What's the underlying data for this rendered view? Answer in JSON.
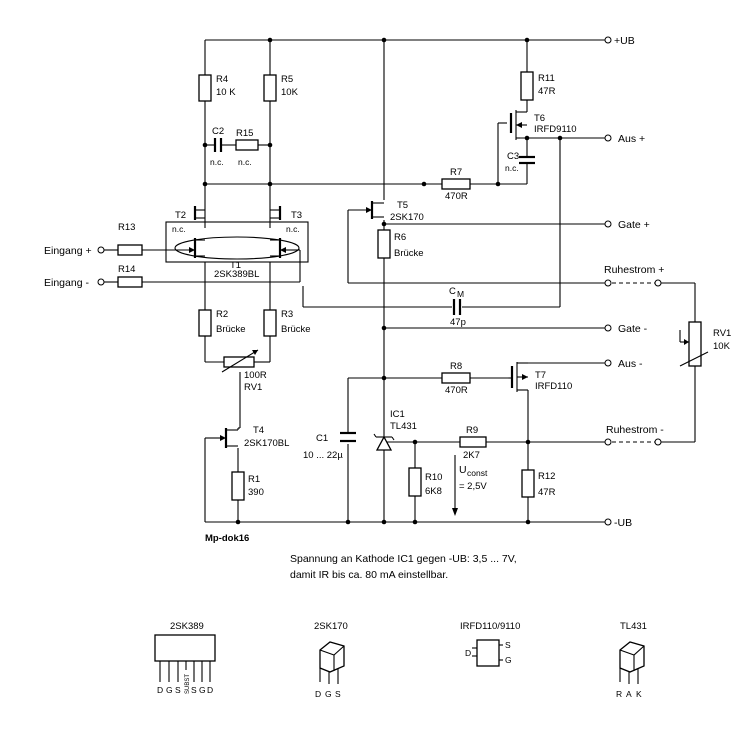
{
  "rails": {
    "plus": "+UB",
    "minus": "-UB"
  },
  "outputs": {
    "aus_plus": "Aus +",
    "gate_plus": "Gate +",
    "ruhestrom_plus": "Ruhestrom +",
    "gate_minus": "Gate -",
    "aus_minus": "Aus -",
    "ruhestrom_minus": "Ruhestrom -"
  },
  "inputs": {
    "plus": "Eingang +",
    "minus": "Eingang -"
  },
  "components": {
    "R4": {
      "name": "R4",
      "value": "10 K"
    },
    "R5": {
      "name": "R5",
      "value": "10K"
    },
    "R11": {
      "name": "R11",
      "value": "47R"
    },
    "T6": {
      "name": "T6",
      "type": "IRFD9110"
    },
    "C2": {
      "name": "C2",
      "value": "n.c."
    },
    "R15": {
      "name": "R15",
      "value": "n.c."
    },
    "C3": {
      "name": "C3",
      "value": "n.c."
    },
    "R7": {
      "name": "R7",
      "value": "470R"
    },
    "T2": {
      "name": "T2",
      "value": "n.c."
    },
    "T3": {
      "name": "T3",
      "value": "n.c."
    },
    "T1": {
      "name": "T1",
      "type": "2SK389BL"
    },
    "T5": {
      "name": "T5",
      "type": "2SK170"
    },
    "R6": {
      "name": "R6",
      "value": "Brücke"
    },
    "R13": {
      "name": "R13"
    },
    "R14": {
      "name": "R14"
    },
    "CM": {
      "name": "C",
      "sub": "M",
      "value": "47p"
    },
    "RV1": {
      "name": "RV1",
      "value": "10K"
    },
    "R2": {
      "name": "R2",
      "value": "Brücke"
    },
    "R3": {
      "name": "R3",
      "value": "Brücke"
    },
    "RV1b": {
      "name": "RV1",
      "value": "100R"
    },
    "R8": {
      "name": "R8",
      "value": "470R"
    },
    "T7": {
      "name": "T7",
      "type": "IRFD110"
    },
    "T4": {
      "name": "T4",
      "type": "2SK170BL"
    },
    "C1": {
      "name": "C1",
      "value": "10 ... 22µ"
    },
    "IC1": {
      "name": "IC1",
      "type": "TL431"
    },
    "R9": {
      "name": "R9",
      "value": "2K7"
    },
    "R10": {
      "name": "R10",
      "value": "6K8"
    },
    "R12": {
      "name": "R12",
      "value": "47R"
    },
    "R1": {
      "name": "R1",
      "value": "390"
    },
    "Uconst": {
      "name": "U",
      "sub": "const",
      "value": "= 2,5V"
    }
  },
  "doc_id": "Mp-dok16",
  "note": {
    "line1": "Spannung an Kathode IC1 gegen  -UB: 3,5 ... 7V,",
    "line2": "damit IR bis ca. 80 mA  einstellbar."
  },
  "packages": [
    {
      "name": "2SK389",
      "pins": [
        "D",
        "G",
        "S",
        "SUBST",
        "S",
        "G",
        "D"
      ]
    },
    {
      "name": "2SK170",
      "pins": [
        "D",
        "G",
        "S"
      ]
    },
    {
      "name": "IRFD110/9110",
      "pins": [
        "D",
        "S",
        "G"
      ]
    },
    {
      "name": "TL431",
      "pins": [
        "R",
        "A",
        "K"
      ]
    }
  ]
}
